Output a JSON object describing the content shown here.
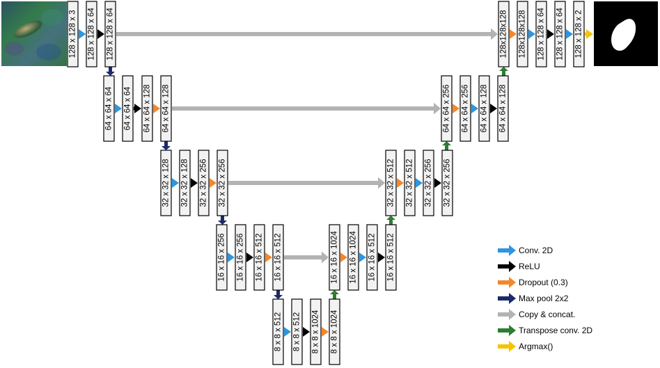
{
  "colors": {
    "conv": "#2e95e0",
    "relu": "#000000",
    "dropout": "#f5862a",
    "maxpool": "#1b2a6b",
    "copy": "#b3b3b3",
    "transpose": "#2e7d32",
    "argmax": "#f5c400"
  },
  "blocks": {
    "e1": [
      "128 x 128 x 3",
      "128 x 128 x 64",
      "128 x 128 x 64"
    ],
    "e2": [
      "64 x 64 x 64",
      "64 x 64 x 64",
      "64 x 64 x 128",
      "64 x 64 x 128"
    ],
    "e3": [
      "32 x 32 x 128",
      "32 x 32 x 128",
      "32 x 32 x 256",
      "32 x 32 x 256"
    ],
    "e4": [
      "16 x 16 x 256",
      "16 x 16 x 256",
      "16 x 16 x 512",
      "16 x 16 x 512"
    ],
    "b": [
      "8 x 8 x 512",
      "8 x 8 x 512",
      "8 x 8 x 1024",
      "8 x 8 x 1024"
    ],
    "d4": [
      "16 x 16 x 1024",
      "16 x 16 x 1024",
      "16 x 16 x 512",
      "16 x 16 x 512"
    ],
    "d3": [
      "32 x 32 x 512",
      "32 x 32 x 512",
      "32 x 32 x 256",
      "32 x 32 x 256"
    ],
    "d2": [
      "64 x 64 x 256",
      "64 x 64 x 256",
      "64 x 64 x 128",
      "64 x 64 x 128"
    ],
    "d1": [
      "128x128x128",
      "128x128x128",
      "128 x 128 x 64",
      "128 x 128 x 64",
      "128 x 128 x 2"
    ]
  },
  "legend": [
    {
      "label": "Conv. 2D",
      "color": "#2e95e0"
    },
    {
      "label": "ReLU",
      "color": "#000000"
    },
    {
      "label": "Dropout (0.3)",
      "color": "#f5862a"
    },
    {
      "label": "Max pool 2x2",
      "color": "#1b2a6b"
    },
    {
      "label": "Copy & concat.",
      "color": "#b3b3b3"
    },
    {
      "label": "Transpose conv.  2D",
      "color": "#2e7d32"
    },
    {
      "label": "Argmax()",
      "color": "#f5c400"
    }
  ]
}
